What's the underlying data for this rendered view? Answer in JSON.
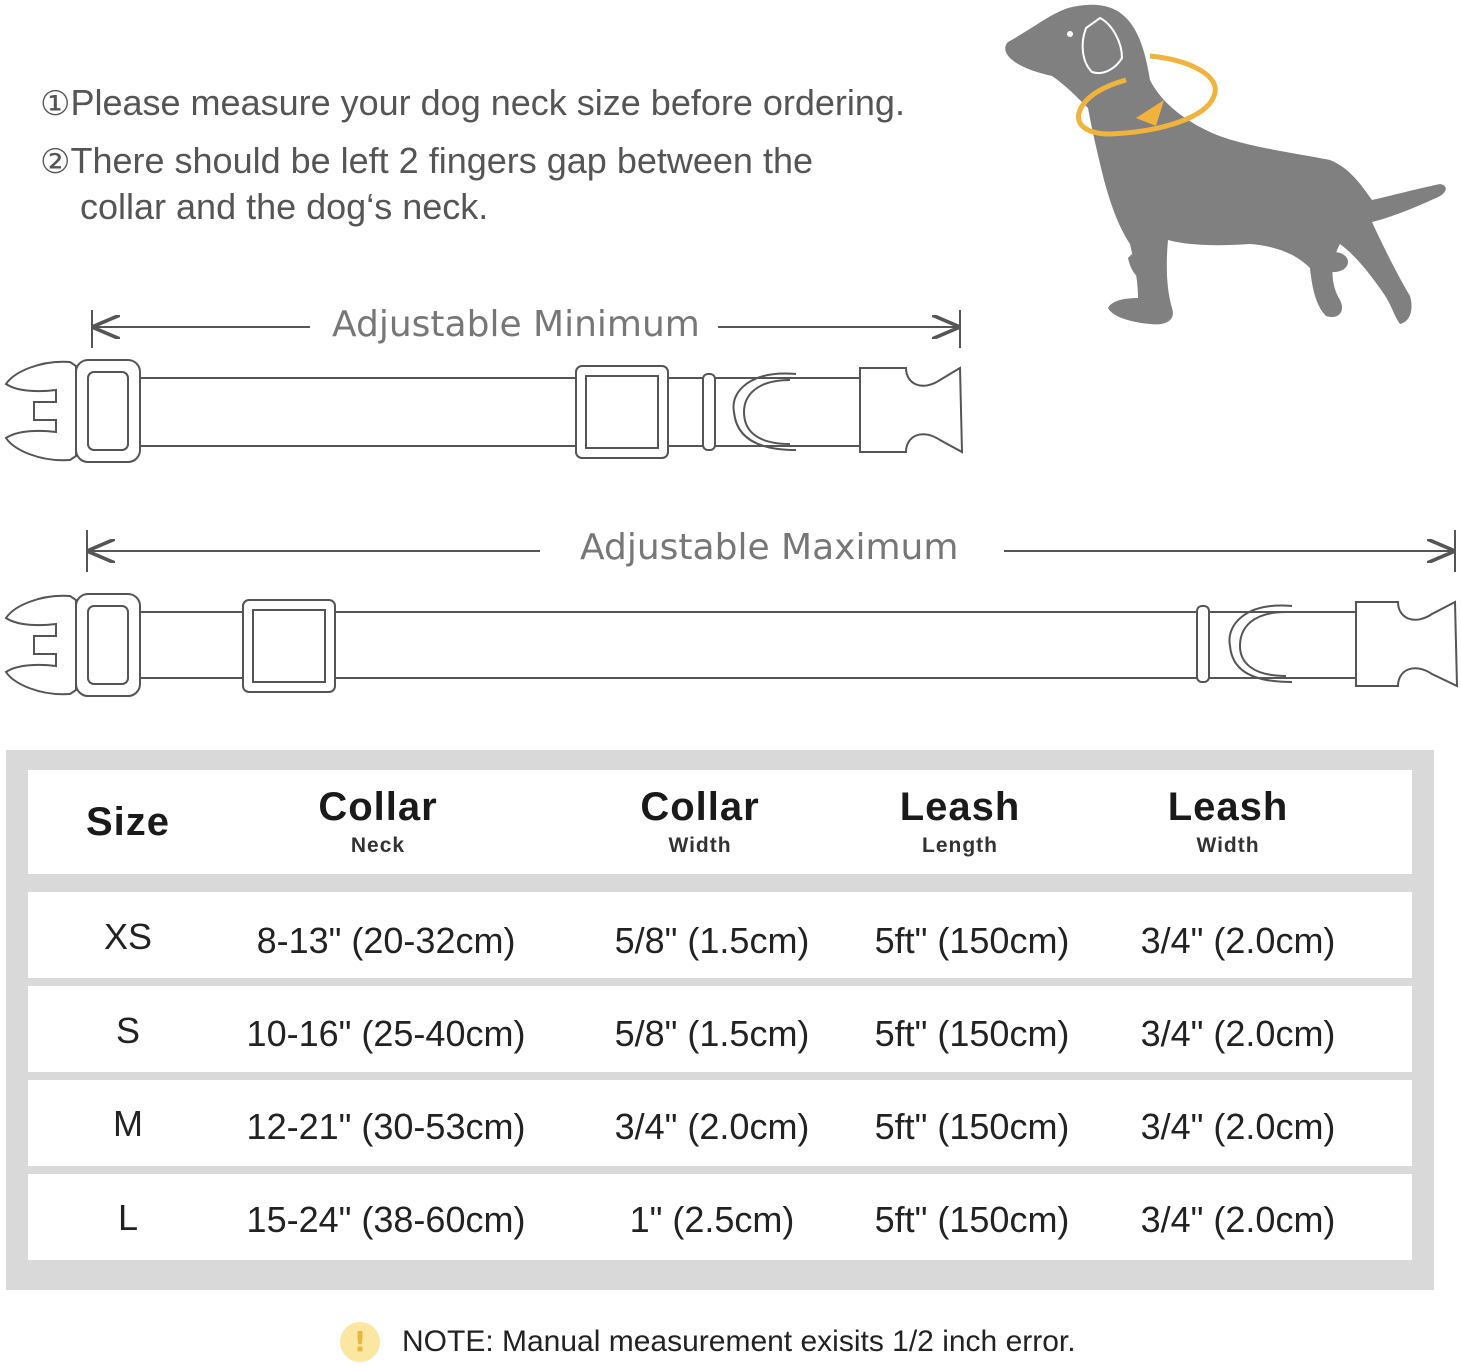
{
  "instructions": {
    "line1_num": "①",
    "line1_text": "Please measure your dog neck size before ordering.",
    "line2_num": "②",
    "line2_text": "There should be left 2 fingers gap between the",
    "line2_cont": "collar and the dog‘s neck."
  },
  "dimensions": {
    "min_label": "Adjustable Minimum",
    "max_label": "Adjustable Maximum"
  },
  "table": {
    "headers": [
      {
        "main": "Size",
        "sub": ""
      },
      {
        "main": "Collar",
        "sub": "Neck"
      },
      {
        "main": "Collar",
        "sub": "Width"
      },
      {
        "main": "Leash",
        "sub": "Length"
      },
      {
        "main": "Leash",
        "sub": "Width"
      }
    ],
    "rows": [
      {
        "size": "XS",
        "neck": "8-13\" (20-32cm)",
        "collar_width": "5/8\" (1.5cm)",
        "leash_length": "5ft\" (150cm)",
        "leash_width": "3/4\" (2.0cm)"
      },
      {
        "size": "S",
        "neck": "10-16\" (25-40cm)",
        "collar_width": "5/8\" (1.5cm)",
        "leash_length": "5ft\" (150cm)",
        "leash_width": "3/4\" (2.0cm)"
      },
      {
        "size": "M",
        "neck": "12-21\" (30-53cm)",
        "collar_width": "3/4\" (2.0cm)",
        "leash_length": "5ft\" (150cm)",
        "leash_width": "3/4\" (2.0cm)"
      },
      {
        "size": "L",
        "neck": "15-24\" (38-60cm)",
        "collar_width": "1\" (2.5cm)",
        "leash_length": "5ft\" (150cm)",
        "leash_width": "3/4\" (2.0cm)"
      }
    ]
  },
  "note": {
    "icon": "!",
    "text": "NOTE: Manual measurement exisits 1/2  inch error."
  },
  "colors": {
    "dog": "#808080",
    "collar_ring": "#f0b33c",
    "table_frame": "#d9d9d9"
  }
}
